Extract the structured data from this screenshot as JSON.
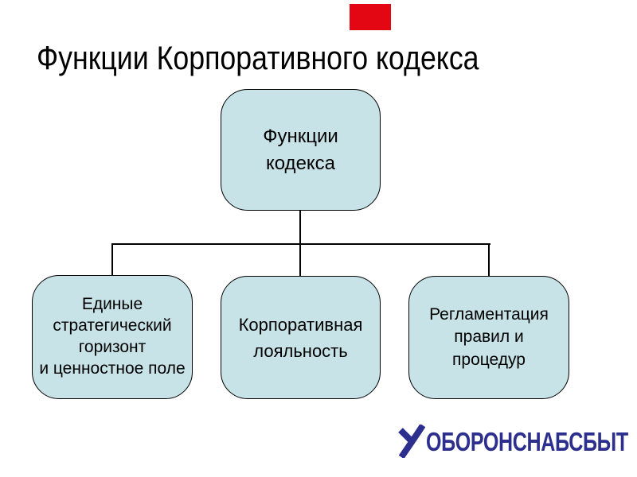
{
  "slide_title": "Функции Корпоративного кодекса",
  "diagram": {
    "type": "org-chart",
    "root": {
      "label": "Функции\nкодекса"
    },
    "children": [
      {
        "label": "Единые\nстратегический\nгоризонт\nи ценностное поле"
      },
      {
        "label": "Корпоративная\nлояльность"
      },
      {
        "label": "Регламентация\nправил и\nпроцедур"
      }
    ]
  },
  "logo": {
    "mark_icon": "check-mark",
    "text": "ОБОРОНСНАБСБЫТ",
    "color": "#2d2f8f"
  },
  "colors": {
    "background": "#ffffff",
    "title_text": "#000000",
    "box_fill": "#c7e3e7",
    "box_border": "#000000",
    "connector": "#000000",
    "accent_red": "#e30613"
  }
}
